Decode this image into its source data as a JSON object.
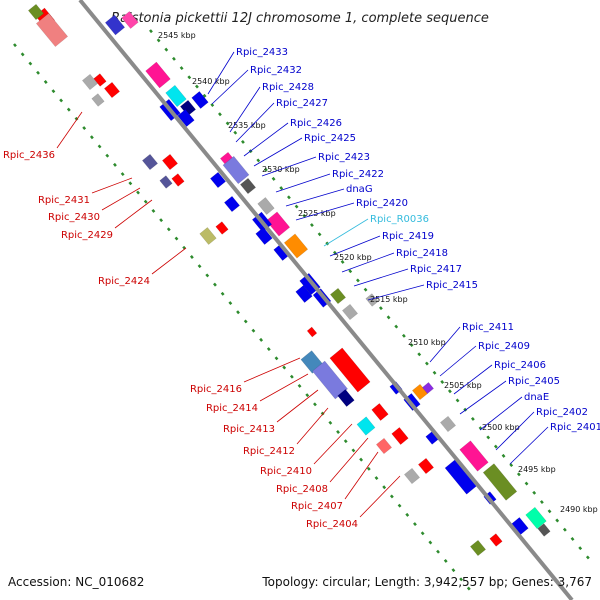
{
  "title": "Ralstonia pickettii 12J chromosome 1, complete sequence",
  "accession": "Accession: NC_010682",
  "summary": "Topology: circular; Length: 3,942,557 bp; Genes: 3,767",
  "colors": {
    "backbone": "#8a8a8a",
    "dots": "#2e8b2e",
    "left_label": "#cc0000",
    "right_label": "#0000cc",
    "rna_label": "#33bbdd"
  },
  "kbp_ticks": [
    "2545 kbp",
    "2540 kbp",
    "2535 kbp",
    "2530 kbp",
    "2525 kbp",
    "2520 kbp",
    "2515 kbp",
    "2510 kbp",
    "2505 kbp",
    "2500 kbp",
    "2495 kbp",
    "2490 kbp"
  ],
  "left_labels": [
    "Rpic_2436",
    "Rpic_2431",
    "Rpic_2430",
    "Rpic_2429",
    "Rpic_2424",
    "Rpic_2416",
    "Rpic_2414",
    "Rpic_2413",
    "Rpic_2412",
    "Rpic_2410",
    "Rpic_2408",
    "Rpic_2407",
    "Rpic_2404"
  ],
  "right_labels": [
    "Rpic_2433",
    "Rpic_2432",
    "Rpic_2428",
    "Rpic_2427",
    "Rpic_2426",
    "Rpic_2425",
    "Rpic_2423",
    "Rpic_2422",
    "dnaG",
    "Rpic_2420",
    "Rpic_R0036",
    "Rpic_2419",
    "Rpic_2418",
    "Rpic_2417",
    "Rpic_2415",
    "Rpic_2411",
    "Rpic_2409",
    "Rpic_2406",
    "Rpic_2405",
    "dnaE",
    "Rpic_2402",
    "Rpic_2401"
  ]
}
